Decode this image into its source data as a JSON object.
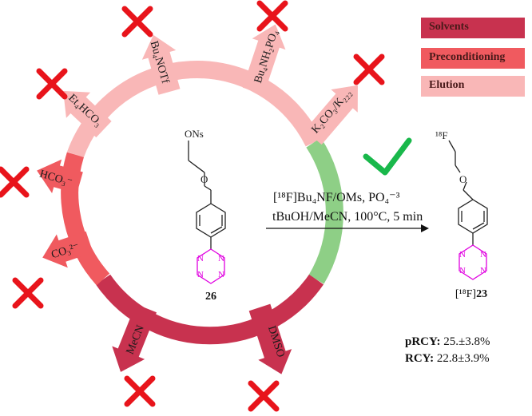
{
  "colors": {
    "solvents": "#C8324F",
    "preconditioning": "#F05A5F",
    "elution": "#F9B7B7",
    "success": "#8ECF86",
    "cross": "#E8141B",
    "check": "#19B84B",
    "tetrazine": "#E000E0",
    "structure": "#222222"
  },
  "legend": {
    "solvents": "Solvents",
    "preconditioning": "Preconditioning",
    "elution": "Elution"
  },
  "ring_labels": {
    "et4hco3": "Et₄HCO₃",
    "bu4notf": "Bu₄NOTf",
    "bu4nh2po4": "Bu₄NH₂PO₄",
    "k2co3": "K₂CO₃/K₂₂₂",
    "hco3": "HCO₃⁻",
    "co3": "CO₃²⁻",
    "mecn": "MeCN",
    "dmso": "DMSO"
  },
  "reaction": {
    "reagents": "[¹⁸F]Bu₄NF/OMs, PO₄⁻³",
    "conditions": "tBuOH/MeCN, 100°C, 5 min"
  },
  "compound_start": {
    "label": "26",
    "leaving_group": "ONs",
    "oxygen": "O",
    "nitrogen": "N"
  },
  "compound_product": {
    "label_prefix": "[¹⁸F]",
    "label_number": "23",
    "fluorine": "¹⁸F",
    "oxygen": "O",
    "nitrogen": "N"
  },
  "results": {
    "prcy_label": "pRCY:",
    "prcy_value": " 25.±3.8%",
    "rcy_label": "RCY:",
    "rcy_value": " 22.8±3.9%"
  }
}
